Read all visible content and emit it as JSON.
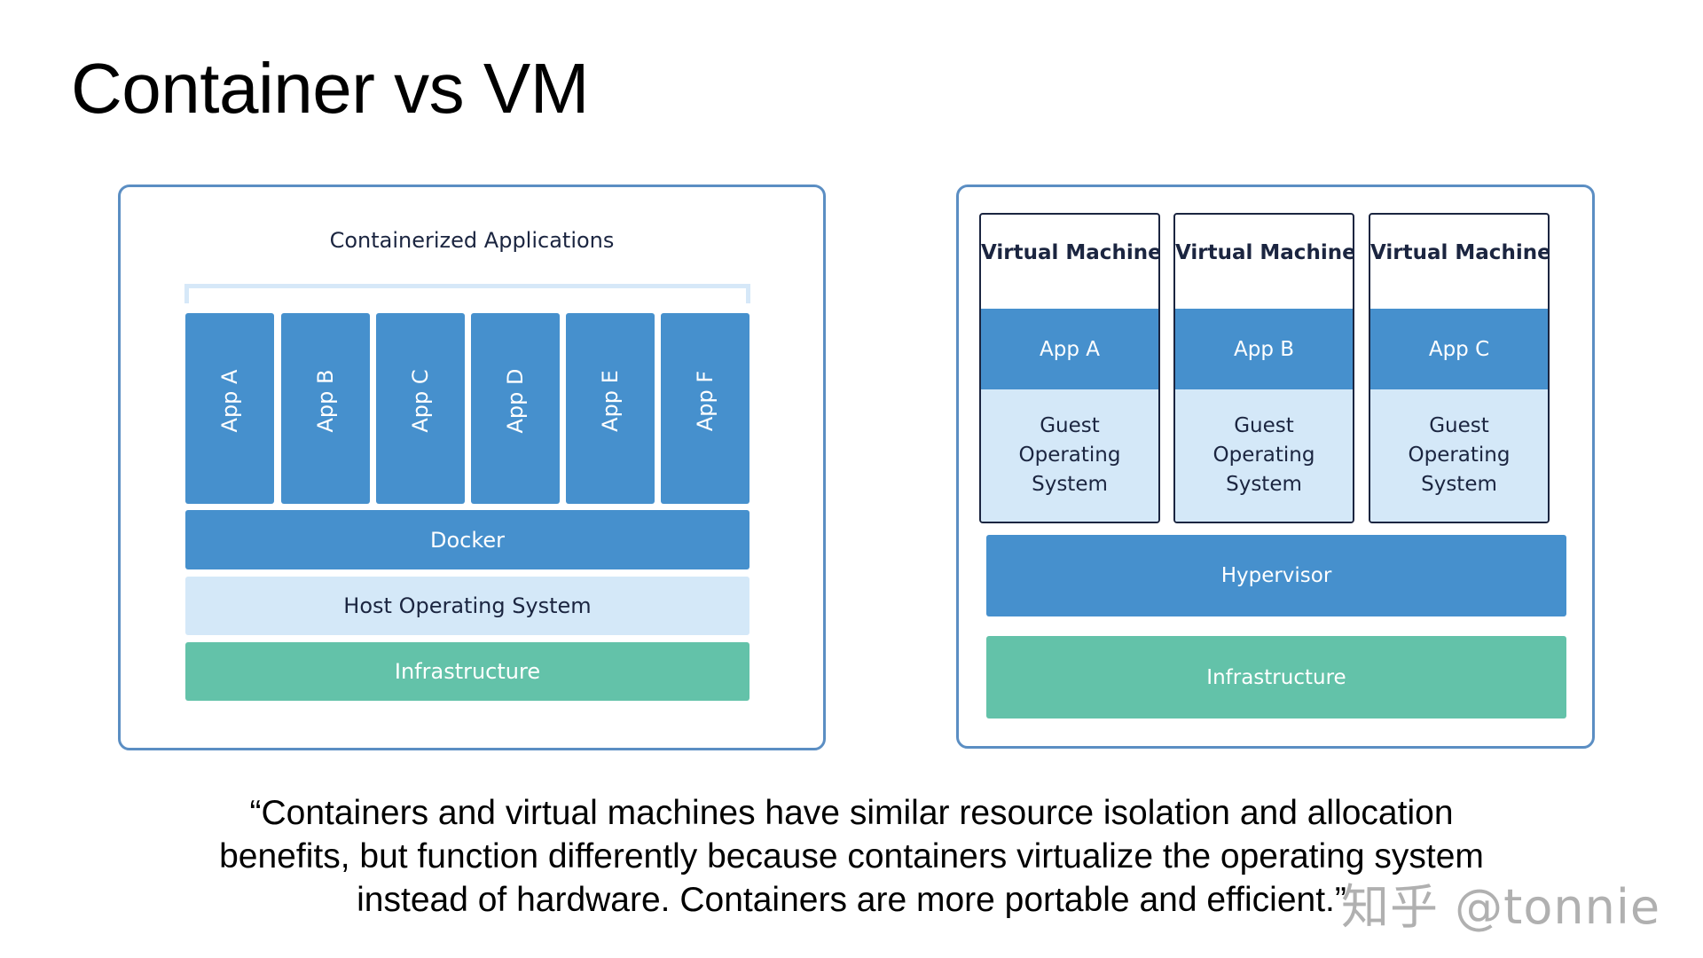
{
  "title": "Container vs VM",
  "container_diagram": {
    "label": "Containerized Applications",
    "apps": [
      "App A",
      "App B",
      "App C",
      "App D",
      "App E",
      "App F"
    ],
    "layers": {
      "runtime": "Docker",
      "host_os": "Host Operating System",
      "infrastructure": "Infrastructure"
    }
  },
  "vm_diagram": {
    "machines": [
      {
        "title": "Virtual Machine",
        "app": "App A",
        "guest_os": [
          "Guest",
          "Operating",
          "System"
        ]
      },
      {
        "title": "Virtual Machine",
        "app": "App B",
        "guest_os": [
          "Guest",
          "Operating",
          "System"
        ]
      },
      {
        "title": "Virtual Machine",
        "app": "App C",
        "guest_os": [
          "Guest",
          "Operating",
          "System"
        ]
      }
    ],
    "layers": {
      "hypervisor": "Hypervisor",
      "infrastructure": "Infrastructure"
    }
  },
  "quote": {
    "lines": [
      "“Containers and virtual machines have similar resource isolation and allocation",
      "benefits, but function differently because containers virtualize the operating system",
      "instead of hardware. Containers are more portable and efficient.”"
    ]
  },
  "watermark": "知乎 @tonnie",
  "colors": {
    "primary_blue": "#4690cd",
    "light_blue": "#d4e8f8",
    "green": "#63c2a9",
    "panel_border": "#5b8ec3",
    "dark_text": "#1b2540"
  }
}
